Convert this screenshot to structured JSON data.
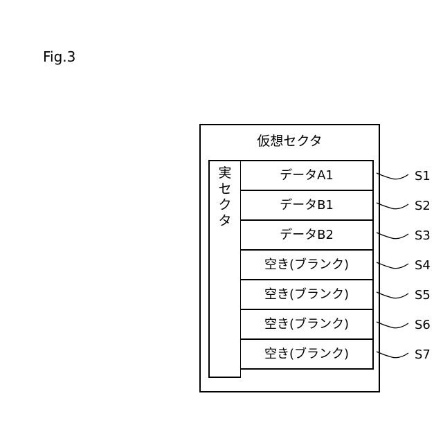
{
  "figure_label": "Fig.3",
  "virtual_sector": {
    "title": "仮想セクタ",
    "real_sector_label": [
      "実",
      "セ",
      "ク",
      "タ"
    ],
    "cells": [
      {
        "text": "データA1",
        "ref": "S1"
      },
      {
        "text": "データB1",
        "ref": "S2"
      },
      {
        "text": "データB2",
        "ref": "S3"
      },
      {
        "text": "空き(ブランク)",
        "ref": "S4"
      },
      {
        "text": "空き(ブランク)",
        "ref": "S5"
      },
      {
        "text": "空き(ブランク)",
        "ref": "S6"
      },
      {
        "text": "空き(ブランク)",
        "ref": "S7"
      }
    ]
  }
}
